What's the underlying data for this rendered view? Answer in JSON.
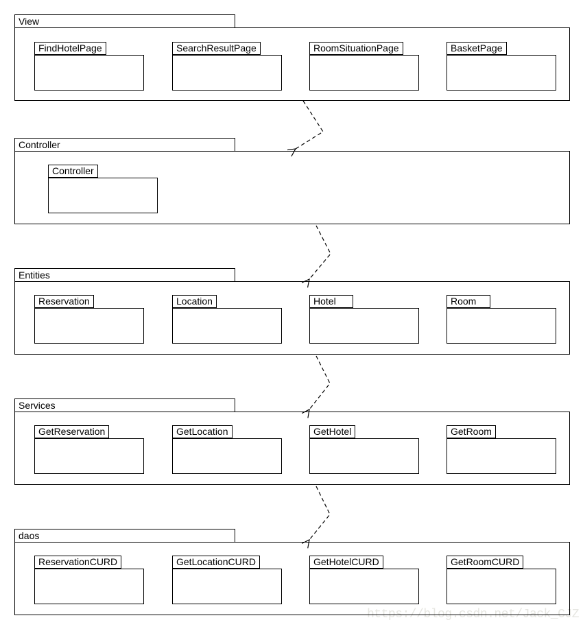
{
  "diagram": {
    "layers": [
      {
        "name": "View",
        "packages": [
          {
            "label": "FindHotelPage"
          },
          {
            "label": "SearchResultPage"
          },
          {
            "label": "RoomSituationPage"
          },
          {
            "label": "BasketPage"
          }
        ]
      },
      {
        "name": "Controller",
        "packages": [
          {
            "label": "Controller"
          }
        ]
      },
      {
        "name": "Entities",
        "packages": [
          {
            "label": "Reservation"
          },
          {
            "label": "Location"
          },
          {
            "label": "Hotel"
          },
          {
            "label": "Room"
          }
        ]
      },
      {
        "name": "Services",
        "packages": [
          {
            "label": "GetReservation"
          },
          {
            "label": "GetLocation"
          },
          {
            "label": "GetHotel"
          },
          {
            "label": "GetRoom"
          }
        ]
      },
      {
        "name": "daos",
        "packages": [
          {
            "label": "ReservationCURD"
          },
          {
            "label": "GetLocationCURD"
          },
          {
            "label": "GetHotelCURD"
          },
          {
            "label": "GetRoomCURD"
          }
        ]
      }
    ],
    "connections": [
      {
        "from": "View",
        "to": "Controller",
        "style": "dashed-dependency"
      },
      {
        "from": "Controller",
        "to": "Entities",
        "style": "dashed-dependency"
      },
      {
        "from": "Entities",
        "to": "Services",
        "style": "dashed-dependency"
      },
      {
        "from": "Services",
        "to": "daos",
        "style": "dashed-dependency"
      }
    ]
  },
  "watermark": {
    "text": "https://blog.csdn.net/Jack_CJZ"
  },
  "colors": {
    "line": "#000000",
    "background": "#ffffff",
    "watermark": "#e6e6e1"
  }
}
